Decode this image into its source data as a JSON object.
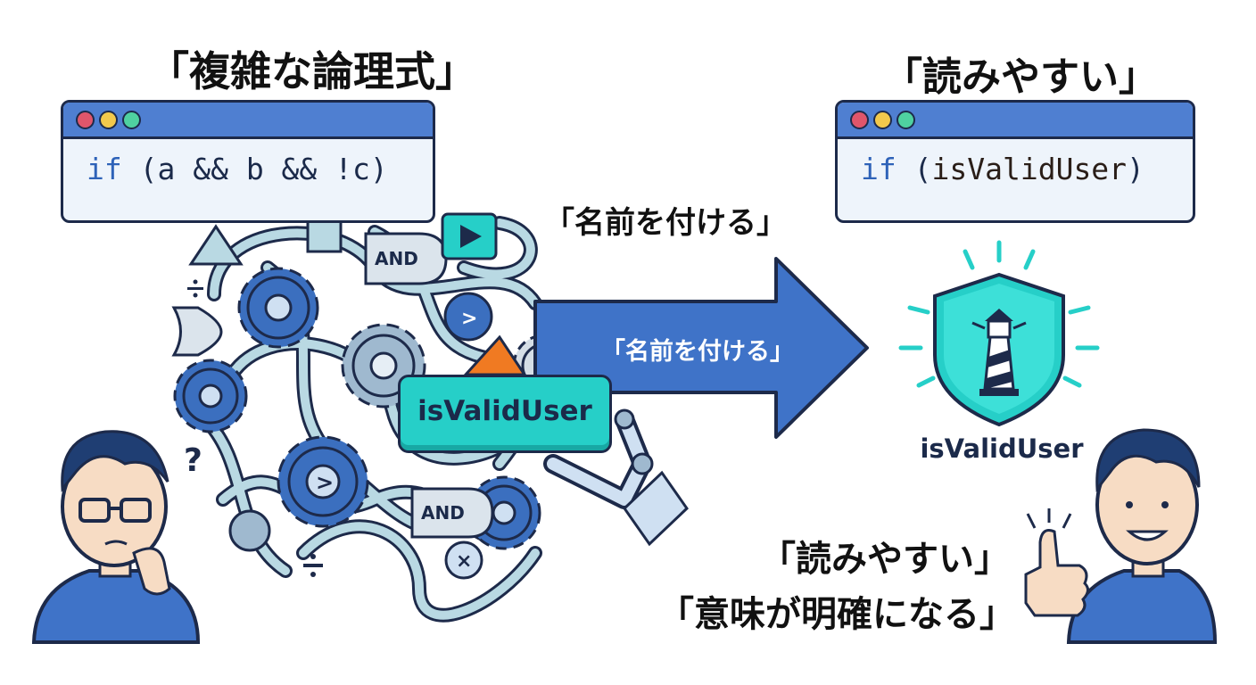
{
  "left_title": "「複雑な論理式」",
  "right_title": "「読みやすい」",
  "arrow_caption_top": "「名前を付ける」",
  "arrow_label": "「名前を付ける」",
  "left_code": {
    "keyword": "if",
    "rest": " (a && b && !c)"
  },
  "right_code": {
    "keyword": "if",
    "open": " (",
    "name": "isValidUser",
    "close": ")"
  },
  "badge_label": "isValidUser",
  "shield_caption": "isValidUser",
  "gate_labels": [
    "AND",
    "AND"
  ],
  "quotes": [
    "「読みやすい」",
    "「意味が明確になる」"
  ],
  "colors": {
    "window_bar": "#4f7fd1",
    "arrow": "#3f73c8",
    "teal": "#26cfc8",
    "outline": "#1d2a4a",
    "gear": "#3b6fbf",
    "orange": "#f07a22"
  },
  "icons": [
    "question-icon",
    "divide-icon",
    "multiply-icon",
    "play-icon",
    "gear-icon",
    "lighthouse-icon",
    "shield-icon",
    "thumbs-up-icon",
    "robot-arm-icon"
  ]
}
